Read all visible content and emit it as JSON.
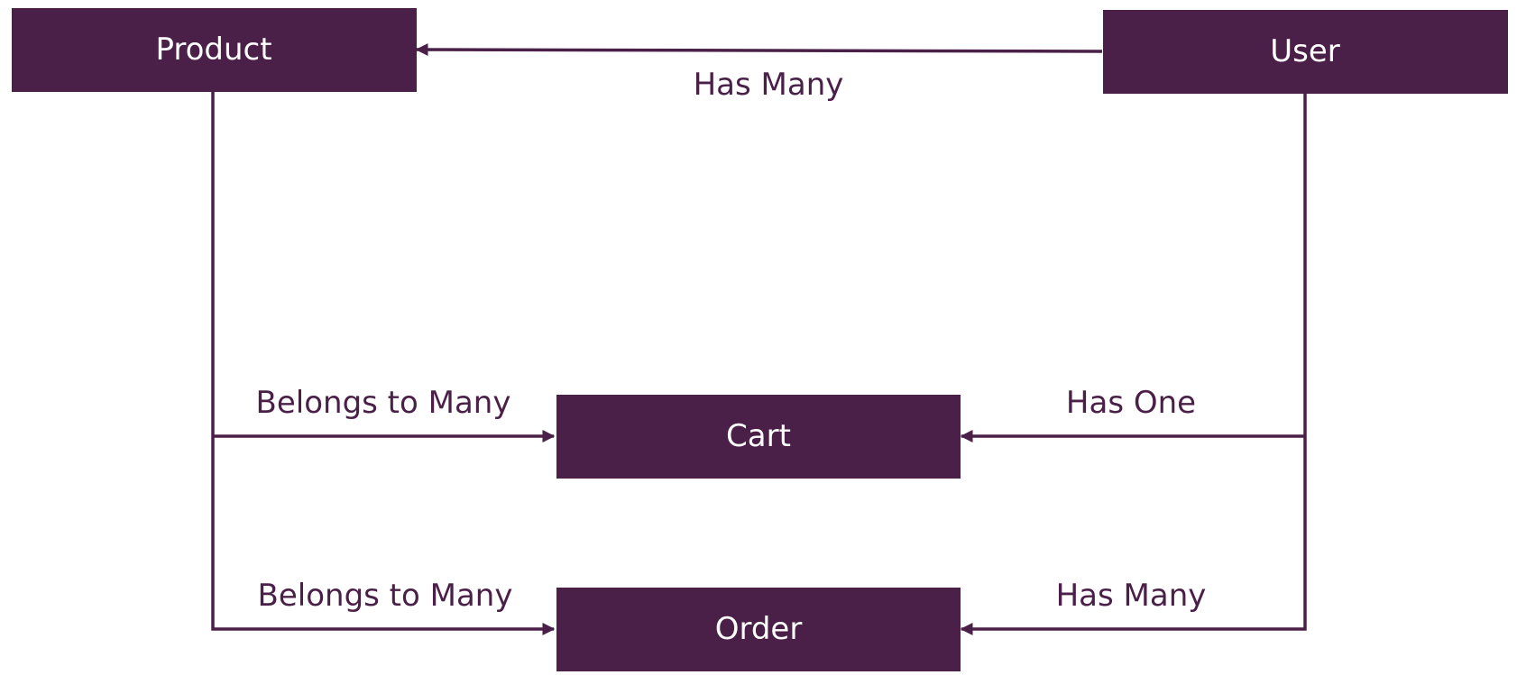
{
  "colors": {
    "node_fill": "#4a1f48",
    "node_text": "#ffffff",
    "edge": "#4a1f48",
    "label": "#4a1f48",
    "background": "#ffffff"
  },
  "nodes": {
    "product": "Product",
    "user": "User",
    "cart": "Cart",
    "order": "Order"
  },
  "edges": {
    "user_product": "Has Many",
    "product_cart": "Belongs to Many",
    "user_cart": "Has One",
    "product_order": "Belongs to Many",
    "user_order": "Has Many"
  }
}
